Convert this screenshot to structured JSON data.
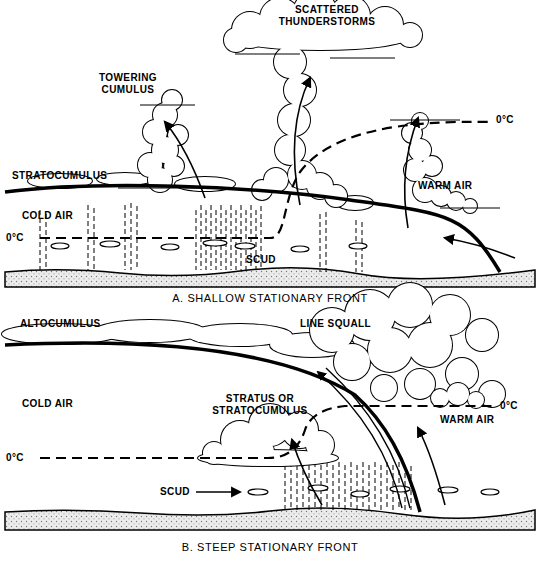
{
  "diagram": {
    "labels": [
      "SCATTERED THUNDERSTORMS",
      "TOWERING CUMULUS",
      "STRATOCUMULUS",
      "COLD AIR",
      "0°C",
      "WARM AIR",
      "0°C",
      "SCUD",
      "A. SHALLOW STATIONARY FRONT",
      "ALTOCUMULUS",
      "LINE SQUALL",
      "0°C",
      "COLD AIR",
      "STRATUS OR STRATOCUMULUS",
      "WARM AIR",
      "0°C",
      "SCUD",
      "B. STEEP STATIONARY FRONT"
    ]
  }
}
